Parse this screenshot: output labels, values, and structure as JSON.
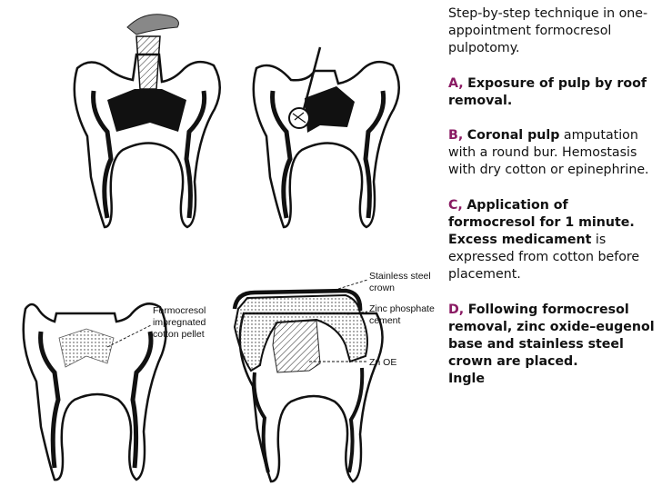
{
  "figure": {
    "labels": {
      "formocresol": "Formocresol",
      "impregnated": "impregnated",
      "cotton_pellet": "cotton pellet",
      "stainless_steel": "Stainless steel",
      "crown": "crown",
      "zinc_phosphate": "Zinc phosphate",
      "cement": "cement",
      "zn_oe": "Zn OE"
    }
  },
  "caption": {
    "intro": "Step-by-step technique in one-appointment formocresol pulpotomy.",
    "a_letter": "A,",
    "a_text": "Exposure of pulp by roof removal.",
    "b_letter": "B,",
    "b_bold": "Coronal pulp",
    "b_text": "amputation with a round bur. Hemostasis with dry cotton or epinephrine.",
    "c_letter": "C,",
    "c_bold": "Application of formocresol for 1 minute. Excess medicament",
    "c_text": "is expressed from cotton before placement.",
    "d_letter": "D,",
    "d_bold": "Following formocresol removal, zinc oxide–eugenol base and stainless steel crown are placed.",
    "source": "Ingle"
  },
  "colors": {
    "accent_letter": "#8a1a63",
    "ink": "#111111"
  }
}
